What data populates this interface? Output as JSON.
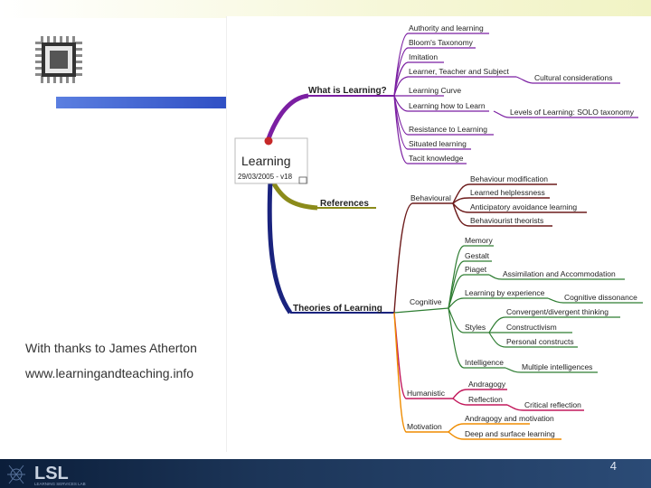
{
  "slide": {
    "thanks_text": "With thanks to James Atherton",
    "website": "www.learningandteaching.info",
    "page_number": "4",
    "footer_logo_text": "LSL",
    "footer_logo_subtitle": "LEARNING SERVICES LAB"
  },
  "mindmap": {
    "center": {
      "title": "Learning",
      "date": "29/03/2005 - v18"
    },
    "what_is_learning": {
      "label": "What is Learning?",
      "items": [
        "Authority and learning",
        "Bloom's Taxonomy",
        "Imitation",
        "Learner, Teacher and Subject",
        "Learning Curve",
        "Learning how to Learn",
        "Resistance to Learning",
        "Situated learning",
        "Tacit knowledge"
      ],
      "cultural": "Cultural considerations",
      "levels": "Levels of Learning: SOLO taxonomy"
    },
    "references": {
      "label": "References"
    },
    "theories": {
      "label": "Theories of Learning",
      "behavioural": {
        "label": "Behavioural",
        "items": [
          "Behaviour modification",
          "Learned helplessness",
          "Anticipatory avoidance learning",
          "Behaviourist theorists"
        ]
      },
      "cognitive": {
        "label": "Cognitive",
        "items": [
          "Memory",
          "Gestalt",
          "Piaget",
          "Learning by experience",
          "Styles",
          "Intelligence"
        ],
        "piaget_sub": "Assimilation and Accommodation",
        "experience_sub": "Cognitive dissonance",
        "styles_sub": [
          "Convergent/divergent thinking",
          "Constructivism",
          "Personal constructs"
        ],
        "intelligence_sub": "Multiple intelligences"
      },
      "humanistic": {
        "label": "Humanistic",
        "items": [
          "Andragogy",
          "Reflection"
        ],
        "reflection_sub": "Critical reflection"
      },
      "motivation": {
        "label": "Motivation",
        "items": [
          "Andragogy and motivation",
          "Deep and surface learning"
        ]
      }
    }
  }
}
